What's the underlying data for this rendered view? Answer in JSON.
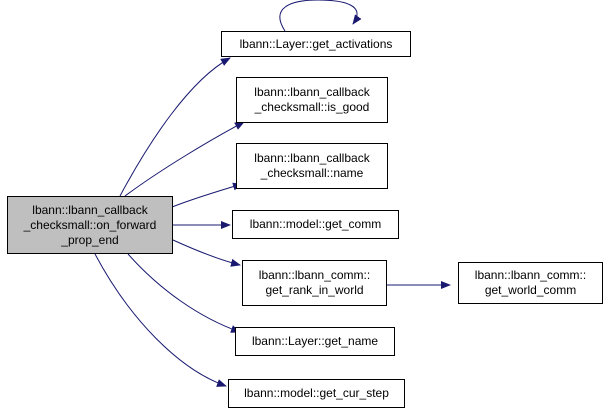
{
  "colors": {
    "edge": "#191970",
    "node_border": "#000000",
    "root_fill": "#bfbfbf",
    "node_fill": "#ffffff"
  },
  "nodes": {
    "root": {
      "lines": [
        "lbann::lbann_callback",
        "_checksmall::on_forward",
        "_prop_end"
      ]
    },
    "get_activations": {
      "lines": [
        "lbann::Layer::get_activations"
      ]
    },
    "is_good": {
      "lines": [
        "lbann::lbann_callback",
        "_checksmall::is_good"
      ]
    },
    "name": {
      "lines": [
        "lbann::lbann_callback",
        "_checksmall::name"
      ]
    },
    "get_comm": {
      "lines": [
        "lbann::model::get_comm"
      ]
    },
    "get_rank_in_world": {
      "lines": [
        "lbann::lbann_comm::",
        "get_rank_in_world"
      ]
    },
    "get_world_comm": {
      "lines": [
        "lbann::lbann_comm::",
        "get_world_comm"
      ]
    },
    "get_name": {
      "lines": [
        "lbann::Layer::get_name"
      ]
    },
    "get_cur_step": {
      "lines": [
        "lbann::model::get_cur_step"
      ]
    }
  }
}
